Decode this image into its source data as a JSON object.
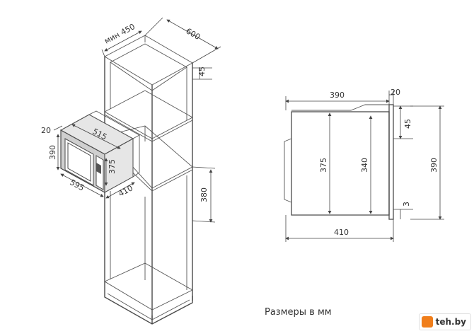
{
  "labels": {
    "min450": "мин 450",
    "d600": "600",
    "d45a": "45",
    "d20a": "20",
    "d390a": "390",
    "d515": "515",
    "d375a": "375",
    "d595": "595",
    "d410a": "410",
    "d380": "380",
    "d390top": "390",
    "d20b": "20",
    "d45b": "45",
    "d375b": "375",
    "d340": "340",
    "d390right": "390",
    "d3": "3",
    "d410b": "410"
  },
  "caption": "Размеры в мм",
  "brand": "teh.by",
  "colors": {
    "brand": "#f07e1b"
  }
}
